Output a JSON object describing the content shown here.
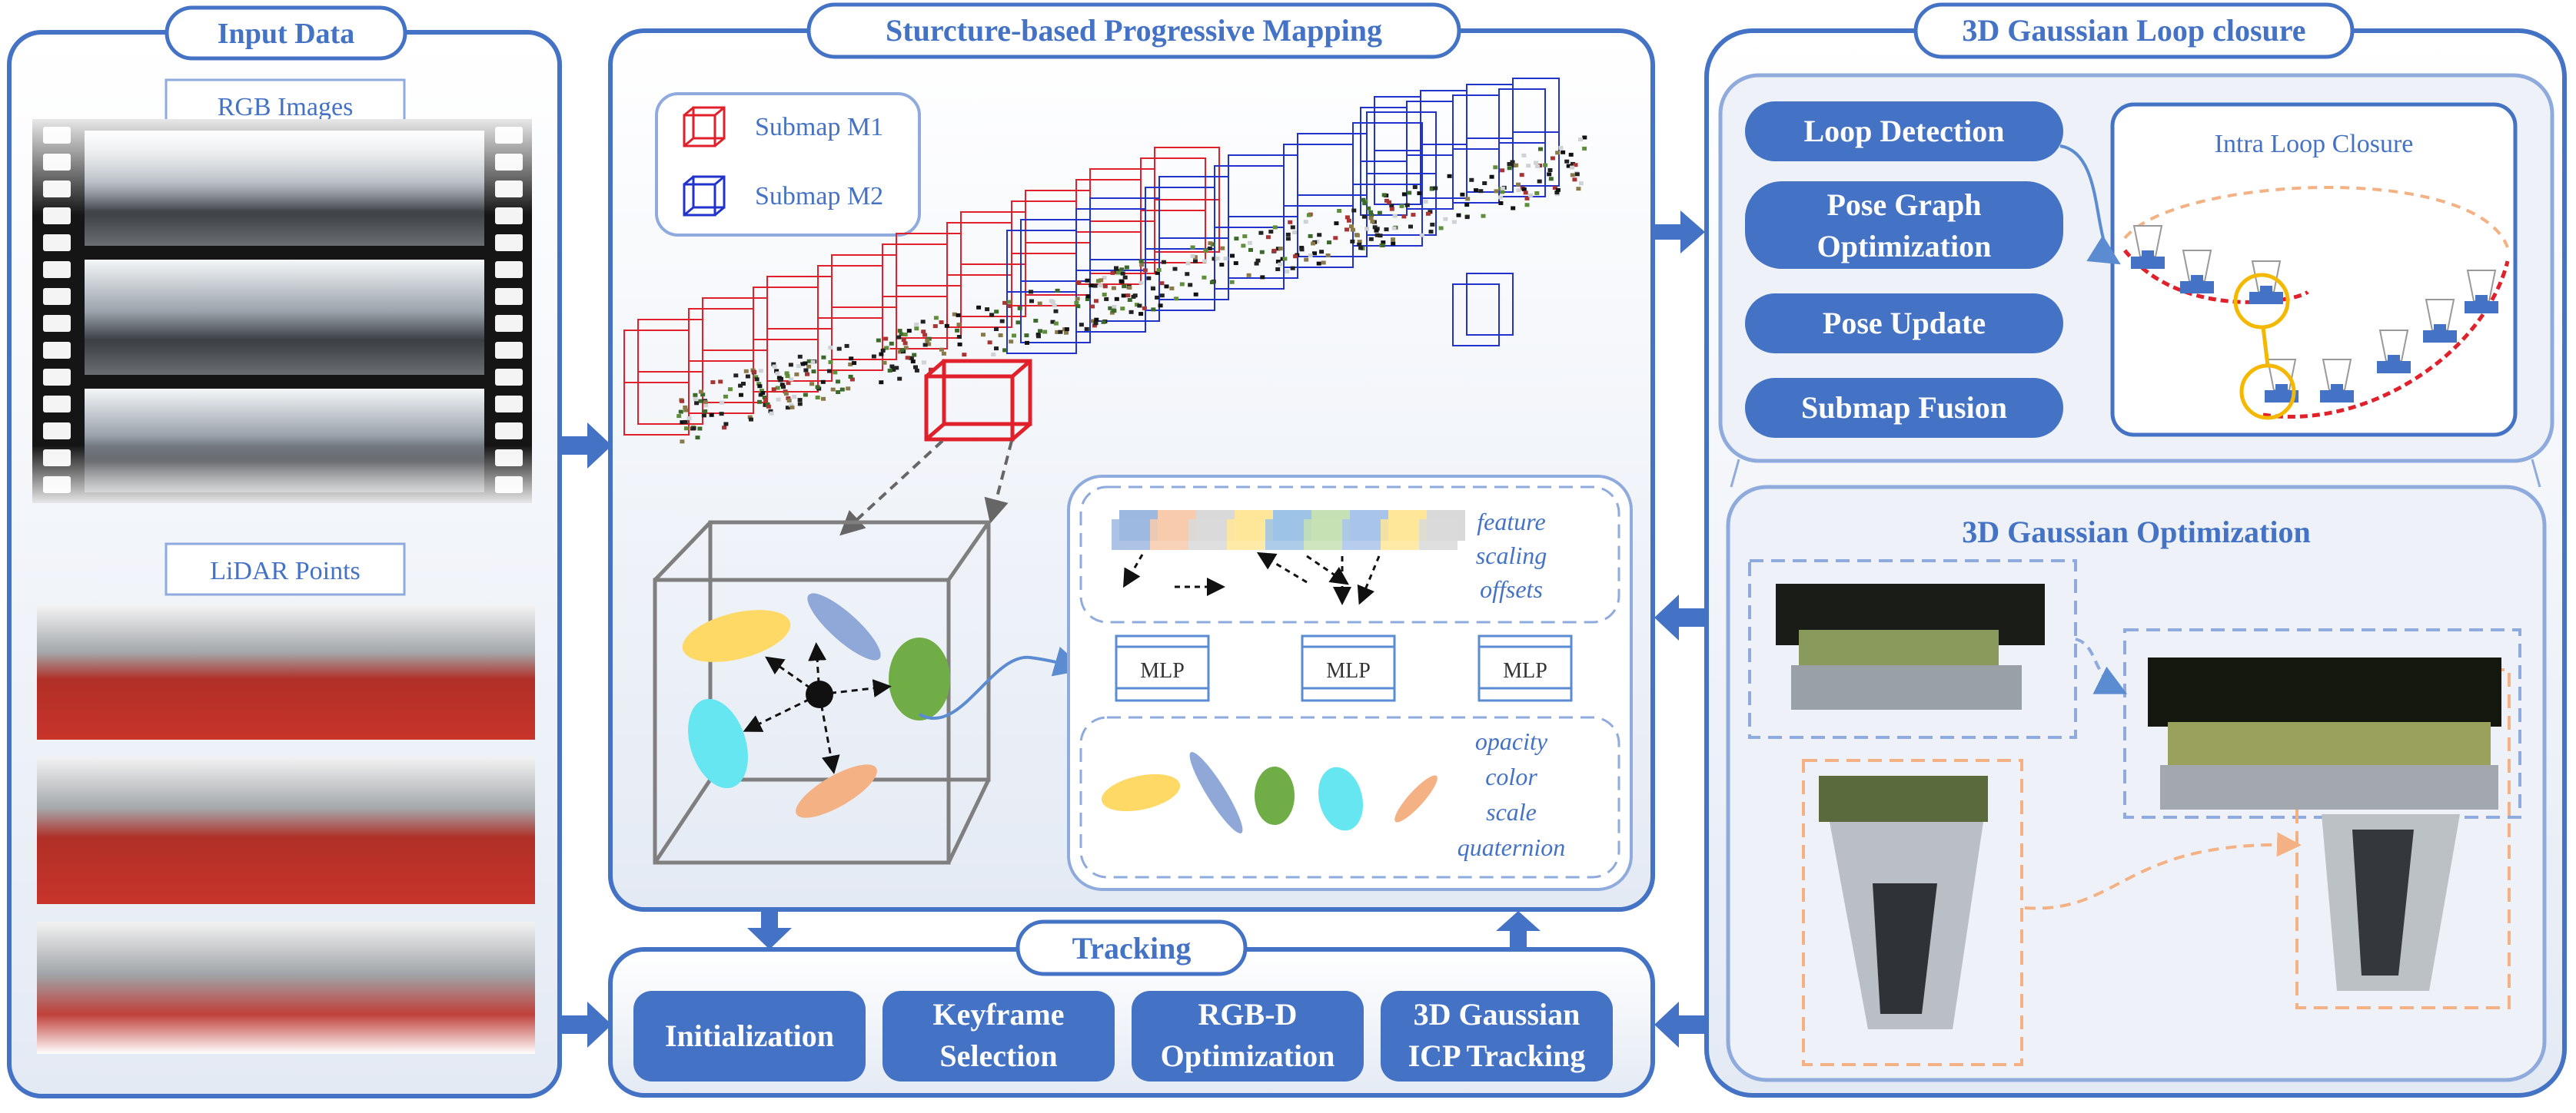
{
  "colors": {
    "primary": "#4472C4",
    "light_blue": "#8FAADC",
    "panel_bg": "#EEF2F8",
    "orange": "#F4B183",
    "red": "#E0202A",
    "blue_wire": "#2233CC",
    "yellow_gaussian": "#FFD966",
    "cyan_gaussian": "#66E6F0",
    "green_gaussian": "#70AD47",
    "lidar_red": "#C0282A"
  },
  "input_data": {
    "title": "Input Data",
    "rgb_label": "RGB Images",
    "lidar_label": "LiDAR Points"
  },
  "mapping": {
    "title": "Sturcture-based Progressive Mapping",
    "legend": {
      "m1": "Submap M1",
      "m2": "Submap M2"
    },
    "attrs_top": [
      "feature",
      "scaling",
      "offsets"
    ],
    "mlp_label": "MLP",
    "attrs_bottom": [
      "opacity",
      "color",
      "scale",
      "quaternion"
    ]
  },
  "loop": {
    "title": "3D Gaussian Loop closure",
    "buttons": [
      "Loop Detection",
      "Pose Graph",
      "Optimization",
      "Pose Update",
      "Submap Fusion"
    ],
    "intra_title": "Intra Loop Closure"
  },
  "optimization": {
    "title": "3D Gaussian Optimization"
  },
  "tracking": {
    "title": "Tracking",
    "steps": {
      "initialization": "Initialization",
      "keyframe_1": "Keyframe",
      "keyframe_2": "Selection",
      "rgbd_1": "RGB-D",
      "rgbd_2": "Optimization",
      "icp_1": "3D Gaussian",
      "icp_2": "ICP Tracking"
    }
  }
}
